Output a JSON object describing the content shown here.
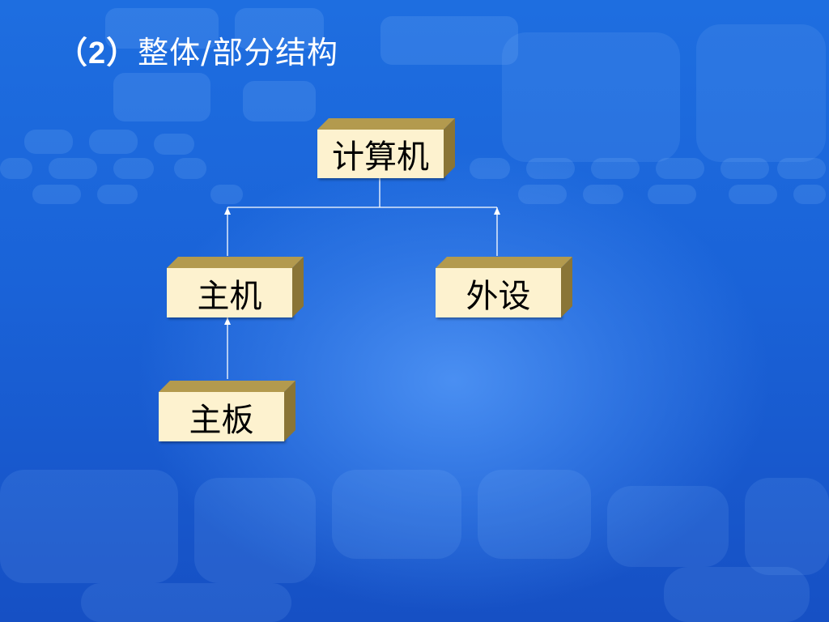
{
  "slide": {
    "title_number": "（2）",
    "title_text": "整体/部分结构"
  },
  "diagram": {
    "nodes": {
      "computer": "计算机",
      "host": "主机",
      "peripheral": "外设",
      "motherboard": "主板"
    },
    "colors": {
      "node_fill": "#fdf2cf",
      "node_top": "#b39a4e",
      "node_side": "#8a7536",
      "connector": "#ffffff",
      "background": "#1a63d8"
    }
  }
}
